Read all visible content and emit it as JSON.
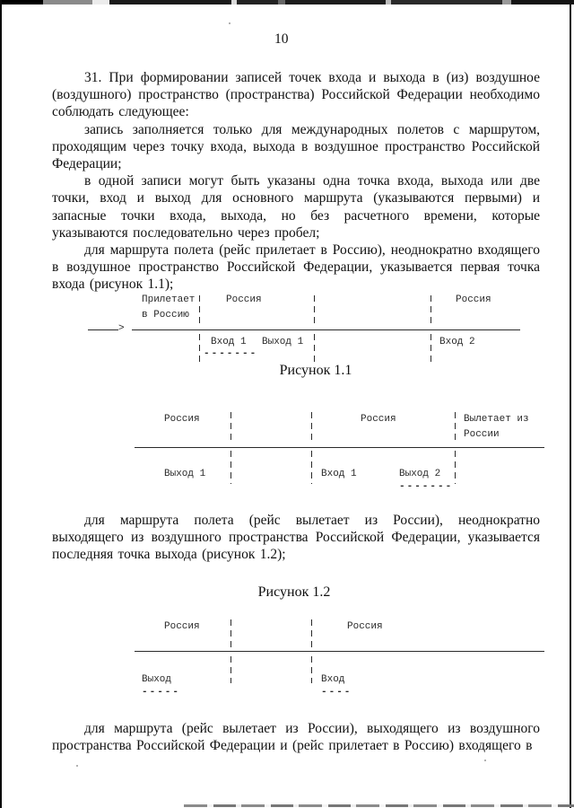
{
  "page": {
    "number": "10"
  },
  "paragraphs": {
    "p31": "31. При формировании записей точек входа и выхода в (из) воздушное (воздушного) пространство (пространства) Российской Федерации необходимо соблюдать следующее:",
    "p_record": "запись заполняется только для международных полетов с маршрутом, проходящим через точку входа, выхода в воздушное пространство Российской Федерации;",
    "p_one_record": "в одной записи могут быть указаны одна точка входа, выхода или две точки, вход и выход для основного маршрута (указываются первыми) и запасные точки входа, выхода, но без расчетного времени, которые указываются последовательно через пробел;",
    "p_route_arrive": "для маршрута полета (рейс прилетает в Россию), неоднократно входящего в воздушное пространство Российской Федерации, указывается первая точка входа (рисунок 1.1);",
    "p_route_depart": "для маршрута полета (рейс вылетает из России), неоднократно выходящего из воздушного пространства Российской Федерации, указывается последняя точка выхода (рисунок 1.2);",
    "p_route_both": "для маршрута (рейс вылетает из России), выходящего из воздушного пространства Российской Федерации и (рейс прилетает в Россию) входящего в"
  },
  "figures": {
    "fig1": {
      "caption": "Рисунок 1.1",
      "arrive_line1": "Прилетает",
      "arrive_line2": "в Россию",
      "russia_mid": "Россия",
      "russia_right": "Россия",
      "entry1": "Вход 1",
      "exit1": "Выход 1",
      "entry2": "Вход 2",
      "underline": "-------",
      "arrow": ">"
    },
    "fig2": {
      "caption": "Рисунок 1.2",
      "russia_left": "Россия",
      "russia_mid": "Россия",
      "depart_line1": "Вылетает из",
      "depart_line2": "России",
      "exit1": "Выход 1",
      "entry1": "Вход 1",
      "exit2": "Выход 2",
      "underline": "-------"
    },
    "fig3": {
      "russia_left": "Россия",
      "russia_right": "Россия",
      "exit": "Выход",
      "entry": "Вход",
      "exit_underline": "-----",
      "entry_underline": "----"
    }
  }
}
